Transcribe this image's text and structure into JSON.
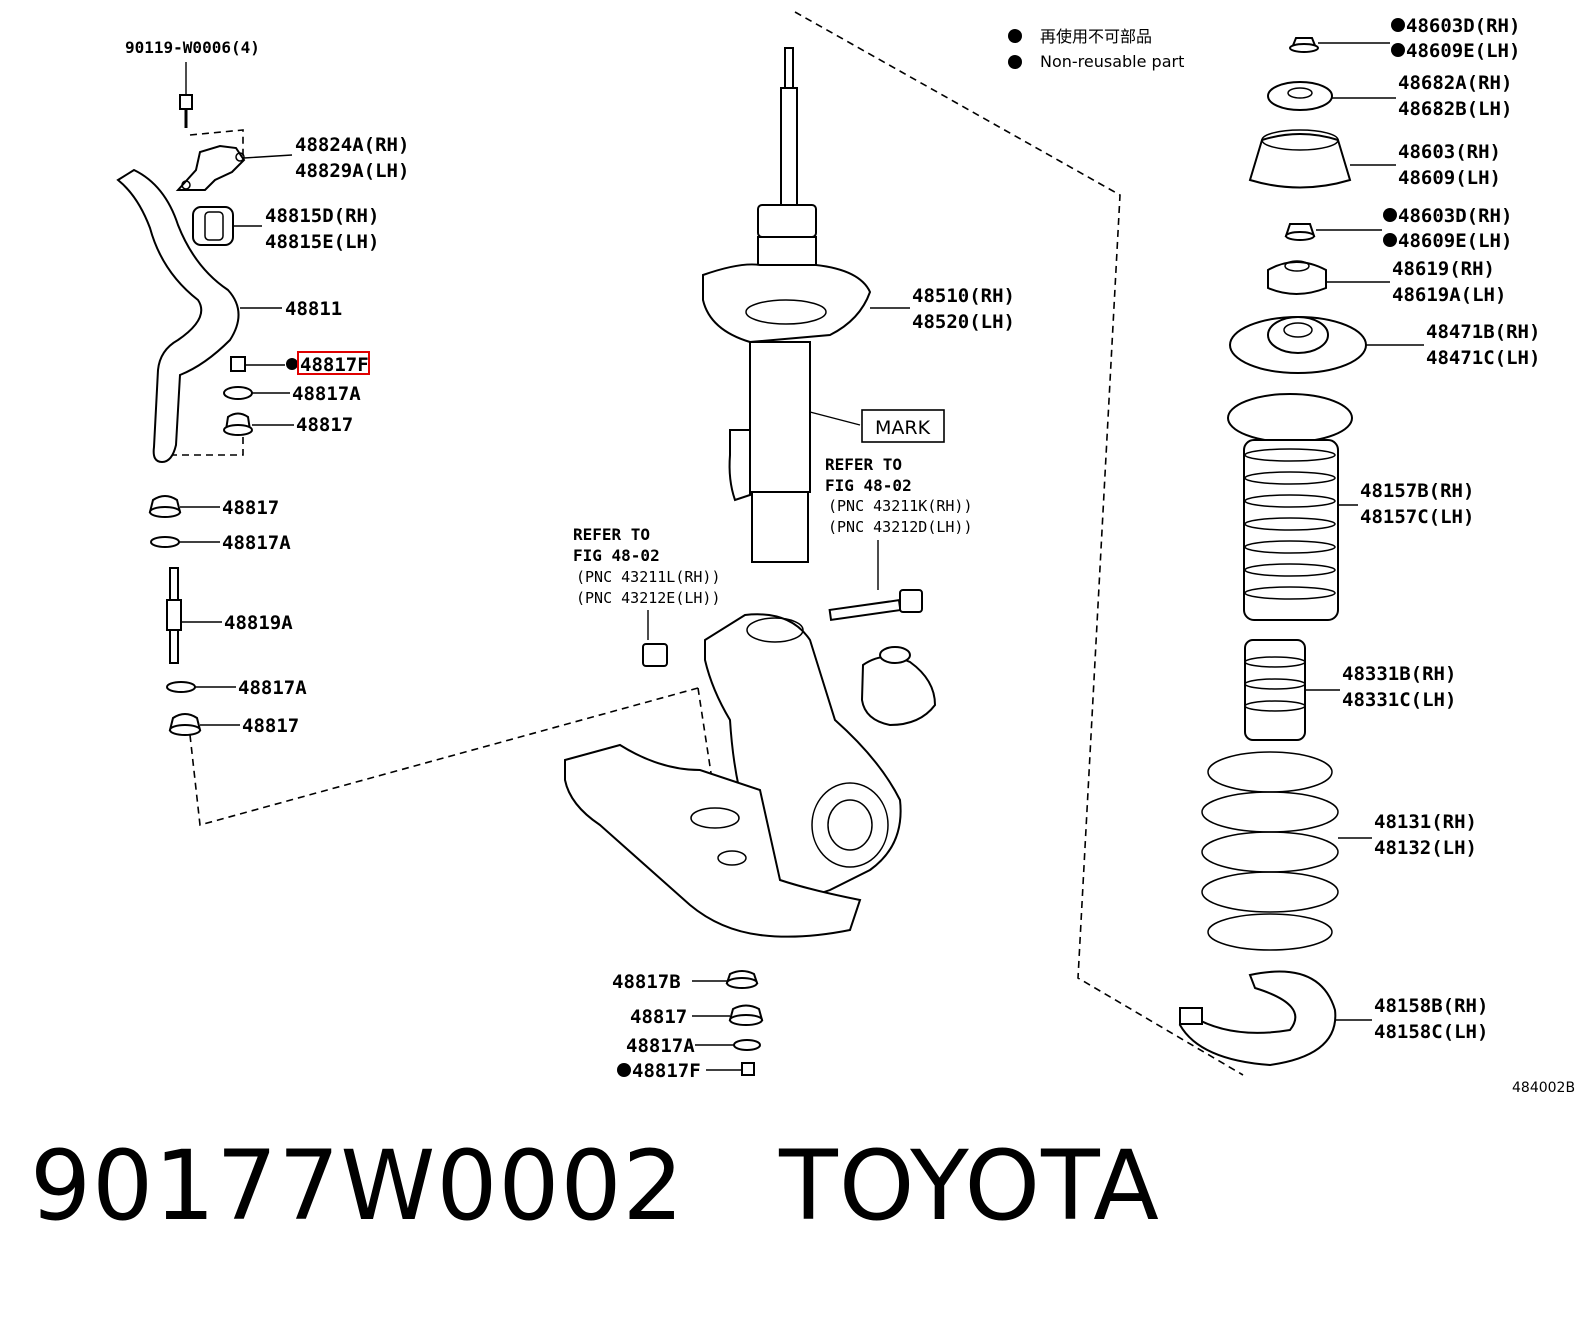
{
  "legend": {
    "jp": "再使用不可部品",
    "en": "Non-reusable part"
  },
  "diagram_code": "484002B",
  "labels": {
    "bolt_stab": "90119-W0006(4)",
    "bracket_rh": "48824A(RH)",
    "bracket_lh": "48829A(LH)",
    "bushing_rh": "48815D(RH)",
    "bushing_lh": "48815E(LH)",
    "stab_bar": "48811",
    "nut_f_top": "48817F",
    "washer_a_top": "48817A",
    "cushion_top": "48817",
    "cushion_2": "48817",
    "washer_a_2": "48817A",
    "link": "48819A",
    "washer_a_3": "48817A",
    "cushion_3": "48817",
    "strut_rh": "48510(RH)",
    "strut_lh": "48520(LH)",
    "mark": "MARK",
    "refer1_a": "REFER TO",
    "refer1_b": "FIG 48-02",
    "refer1_c": "(PNC 43211K(RH))",
    "refer1_d": "(PNC 43212D(LH))",
    "refer2_a": "REFER TO",
    "refer2_b": "FIG 48-02",
    "refer2_c": "(PNC 43211L(RH))",
    "refer2_d": "(PNC 43212E(LH))",
    "cushion_b": "48817B",
    "cushion_4": "48817",
    "washer_a_4": "48817A",
    "nut_f_bot": "48817F",
    "nut1_rh": "48603D(RH)",
    "nut1_lh": "48609E(LH)",
    "retainer_rh": "48682A(RH)",
    "retainer_lh": "48682B(LH)",
    "support_rh": "48603(RH)",
    "support_lh": "48609(LH)",
    "nut2_rh": "48603D(RH)",
    "nut2_lh": "48609E(LH)",
    "collar_rh": "48619(RH)",
    "collar_lh": "48619A(LH)",
    "seat_rh": "48471B(RH)",
    "seat_lh": "48471C(LH)",
    "boot_rh": "48157B(RH)",
    "boot_lh": "48157C(LH)",
    "bumper_rh": "48331B(RH)",
    "bumper_lh": "48331C(LH)",
    "spring_rh": "48131(RH)",
    "spring_lh": "48132(LH)",
    "insulator_rh": "48158B(RH)",
    "insulator_lh": "48158C(LH)"
  },
  "caption": {
    "part_number": "90177W0002",
    "brand": "TOYOTA"
  },
  "highlight_color": "#e00000"
}
